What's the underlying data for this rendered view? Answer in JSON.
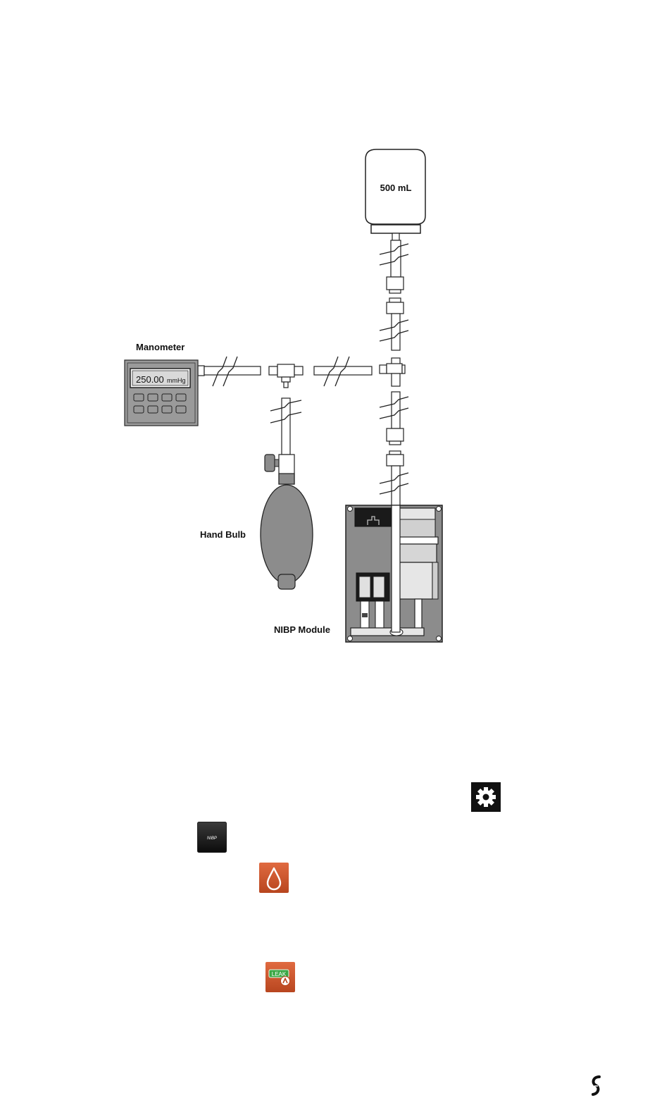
{
  "diagram": {
    "bottle_label": "500 mL",
    "manometer_label": "Manometer",
    "manometer_reading": "250.00",
    "manometer_unit": "mmHg",
    "hand_bulb_label": "Hand Bulb",
    "nibp_module_label": "NIBP Module"
  },
  "icons": {
    "settings": "gear-icon",
    "nibp": "nibp-tile-icon",
    "nibp_text": "NIBP",
    "drop": "drop-icon",
    "leak": "leak-test-icon",
    "leak_text": "LEAK",
    "brand": "brand-logo-icon"
  },
  "colors": {
    "diagram_gray": "#8c8c8c",
    "tile_black": "#111111",
    "tile_orange": "#cf5a33",
    "leak_green": "#3aa845"
  }
}
